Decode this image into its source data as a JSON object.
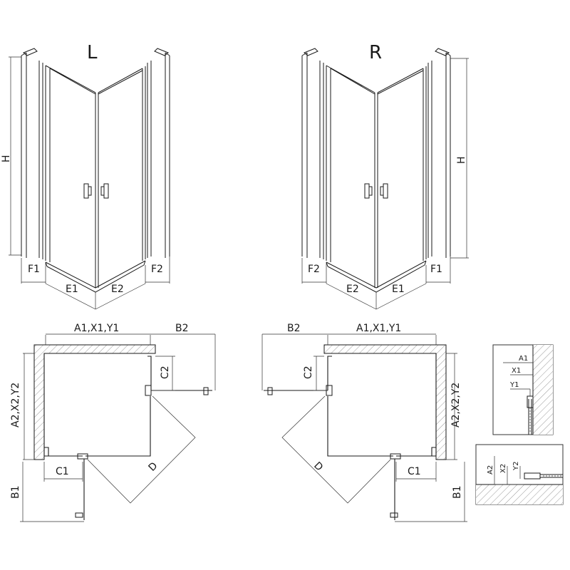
{
  "variants": {
    "left": "L",
    "right": "R"
  },
  "dimensions": {
    "height": "H",
    "fixed_left": "F1",
    "fixed_right": "F2",
    "door_left": "E1",
    "door_right": "E2",
    "width_a": "A1,X1,Y1",
    "width_b": "A2,X2,Y2",
    "opening_b2": "B2",
    "opening_b1": "B1",
    "clearance_c1": "C1",
    "clearance_c2": "C2",
    "door_swing": "D"
  },
  "detail": {
    "a1": "A1",
    "x1": "X1",
    "y1": "Y1",
    "a2": "A2",
    "x2": "X2",
    "y2": "Y2"
  },
  "colors": {
    "line": "#1a1a1a",
    "hatch": "#999999"
  }
}
